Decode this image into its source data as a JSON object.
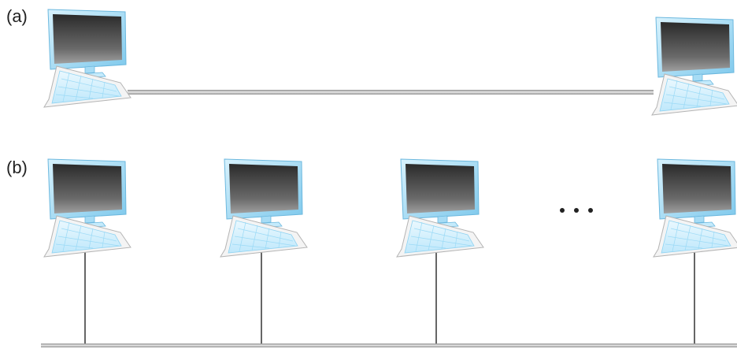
{
  "panels": [
    {
      "label": "(a)",
      "topology": "point-to-point",
      "computers": 2
    },
    {
      "label": "(b)",
      "topology": "shared-bus",
      "computers": 4,
      "ellipsis": "..."
    }
  ],
  "colors": {
    "monitor_frame": "#8fd3f2",
    "screen_dark": "#2c2c2c",
    "screen_light": "#9a9a9a",
    "keyboard_glow": "#cfeefc",
    "cable": "#b5b5b5",
    "drop_line": "#333333"
  }
}
